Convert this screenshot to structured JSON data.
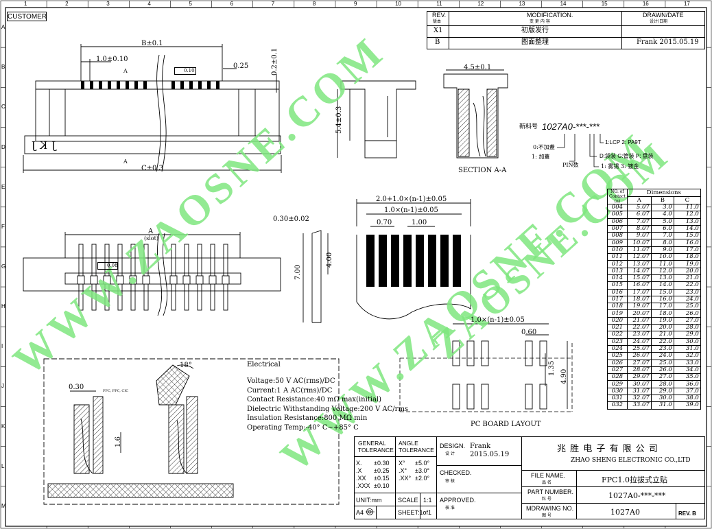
{
  "customer_label": "CUSTOMER",
  "grid": {
    "cols": [
      "1",
      "2",
      "3",
      "4",
      "5",
      "6",
      "7",
      "8",
      "9",
      "10",
      "11",
      "12",
      "13",
      "14",
      "15",
      "16",
      "17"
    ],
    "rows": [
      "A",
      "B",
      "C",
      "D",
      "E",
      "F",
      "G",
      "H",
      "I",
      "J",
      "K",
      "L",
      "M"
    ]
  },
  "revision": {
    "headers": {
      "rev": "REV.",
      "rev_cn": "版本",
      "mod": "MODIFICATION.",
      "mod_cn": "变 更 内 容",
      "drawn": "DRAWN/DATE",
      "drawn_cn": "设计/日期"
    },
    "rows": [
      {
        "rev": "X1",
        "mod": "初版发行",
        "drawn": ""
      },
      {
        "rev": "B",
        "mod": "图面整理",
        "drawn": "Frank 2015.05.19"
      }
    ]
  },
  "dims_top": {
    "b": "B±0.1",
    "pitch": "1.0±0.10",
    "c": "C±0.3",
    "h": "0.2±0.1",
    "w025": "0.25",
    "flat": "0.10",
    "height": "5.4±0.3",
    "depth": "4.5±0.1",
    "a_label": "A",
    "jkj": "JKJ"
  },
  "section_label": "SECTION A-A",
  "part_code": {
    "prefix": "新料号",
    "code": "1027A0-***-***",
    "opt_0": "0:不加蓋",
    "opt_1": "1: 加蓋",
    "pin": "PIN数",
    "lcp": "1:LCP  2: PA9T",
    "pack": "D:袋装  G:管装   P: 盘装",
    "plate": "1: 雾锡  3: 镀金"
  },
  "front_view": {
    "a": "A",
    "slot": "(slot)",
    "flat": "0.08"
  },
  "side_view": {
    "thk": "0.30±0.02",
    "h7": "7.00",
    "h4": "4.00"
  },
  "fpc": {
    "overall": "2.0+1.0×(n-1)±0.05",
    "pitch_total": "1.0×(n-1)±0.05",
    "w070": "0.70",
    "w100": "1.00"
  },
  "pcb": {
    "pitch_total": "1.0×(n-1)±0.05",
    "w060": "0.60",
    "h135": "1.35",
    "h490": "4.90",
    "title": "PC BOARD LAYOUT"
  },
  "electrical": {
    "title": "Electrical",
    "lines": [
      "Voltage:50 V AC(rms)/DC",
      "Current:1 A AC(rms)/DC",
      "Contact Resistance:40 mΩ max(initial)",
      "Dielectric Withstanding Voltage:200 V AC/rms",
      "Insulation Resistance:800 MΩ min",
      "Operating Temp:-40° C~+85° C"
    ]
  },
  "detail": {
    "w030": "0.30",
    "fpc_note": "FPC, FFC, CIC",
    "h16": "1.6",
    "angle": "18°"
  },
  "dim_table": {
    "title": "Dimensions",
    "no_label": "NO. of Contact",
    "n_label": "(n)",
    "cols": [
      "A",
      "B",
      "C"
    ],
    "rows": [
      [
        "004",
        "5.07",
        "3.0",
        "11.0"
      ],
      [
        "005",
        "6.07",
        "4.0",
        "12.0"
      ],
      [
        "006",
        "7.07",
        "5.0",
        "13.0"
      ],
      [
        "007",
        "8.07",
        "6.0",
        "14.0"
      ],
      [
        "008",
        "9.07",
        "7.0",
        "15.0"
      ],
      [
        "009",
        "10.07",
        "8.0",
        "16.0"
      ],
      [
        "010",
        "11.07",
        "9.0",
        "17.0"
      ],
      [
        "011",
        "12.07",
        "10.0",
        "18.0"
      ],
      [
        "012",
        "13.07",
        "11.0",
        "19.0"
      ],
      [
        "013",
        "14.07",
        "12.0",
        "20.0"
      ],
      [
        "014",
        "15.07",
        "13.0",
        "21.0"
      ],
      [
        "015",
        "16.07",
        "14.0",
        "22.0"
      ],
      [
        "016",
        "17.07",
        "15.0",
        "23.0"
      ],
      [
        "017",
        "18.07",
        "16.0",
        "24.0"
      ],
      [
        "018",
        "19.07",
        "17.0",
        "25.0"
      ],
      [
        "019",
        "20.07",
        "18.0",
        "26.0"
      ],
      [
        "020",
        "21.07",
        "19.0",
        "27.0"
      ],
      [
        "021",
        "22.07",
        "20.0",
        "28.0"
      ],
      [
        "022",
        "23.07",
        "21.0",
        "29.0"
      ],
      [
        "023",
        "24.07",
        "22.0",
        "30.0"
      ],
      [
        "024",
        "25.07",
        "23.0",
        "31.0"
      ],
      [
        "025",
        "26.07",
        "24.0",
        "32.0"
      ],
      [
        "026",
        "27.07",
        "25.0",
        "33.0"
      ],
      [
        "027",
        "28.07",
        "26.0",
        "34.0"
      ],
      [
        "028",
        "29.07",
        "27.0",
        "35.0"
      ],
      [
        "029",
        "30.07",
        "28.0",
        "36.0"
      ],
      [
        "030",
        "31.07",
        "29.0",
        "37.0"
      ],
      [
        "031",
        "32.07",
        "30.0",
        "38.0"
      ],
      [
        "032",
        "33.07",
        "31.0",
        "39.0"
      ]
    ]
  },
  "title_block": {
    "gen_tol": "GENERAL TOLERANCE",
    "ang_tol": "ANGLE TOLERANCE",
    "tol_rows": [
      {
        "k": "X.",
        "v": "±0.30",
        "ak": "X°",
        "av": "±5.0°"
      },
      {
        "k": ".X",
        "v": "±0.25",
        "ak": ".X°",
        "av": "±3.0°"
      },
      {
        "k": ".XX",
        "v": "±0.15",
        "ak": ".XX°",
        "av": "±2.0°"
      },
      {
        "k": ".XXX",
        "v": "±0.10",
        "ak": "",
        "av": ""
      }
    ],
    "design": "DESIGN.",
    "design_cn": "设 计",
    "designer": "Frank",
    "date": "2015.05.19",
    "checked": "CHECKED.",
    "checked_cn": "审 核",
    "approved": "APPROVED.",
    "approved_cn": "核 准",
    "unit": "UNIT:mm",
    "scale": "SCALE",
    "scale_val": "1:1",
    "a4": "A4",
    "sheet": "SHEET:1of1",
    "company_cn": "兆 胜 电 子 有 限 公 司",
    "company_en": "ZHAO SHENG ELECTRONIC CO.,LTD",
    "file_name": "FILE NAME.",
    "file_name_cn": "品 名",
    "file_val": "FPC1.0拉拔式立贴",
    "part_no": "PART NUMBER.",
    "part_no_cn": "料 号",
    "part_val": "1027A0-***-***",
    "mdrawing": "MDRAWING NO.",
    "mdrawing_cn": "图 号",
    "mdrawing_val": "1027A0",
    "rev": "REV. B"
  },
  "watermarks": [
    "WWW.ZAOSNE.COM",
    "WWW.ZAOSNE.COM",
    "ZAOSNE.COM"
  ]
}
